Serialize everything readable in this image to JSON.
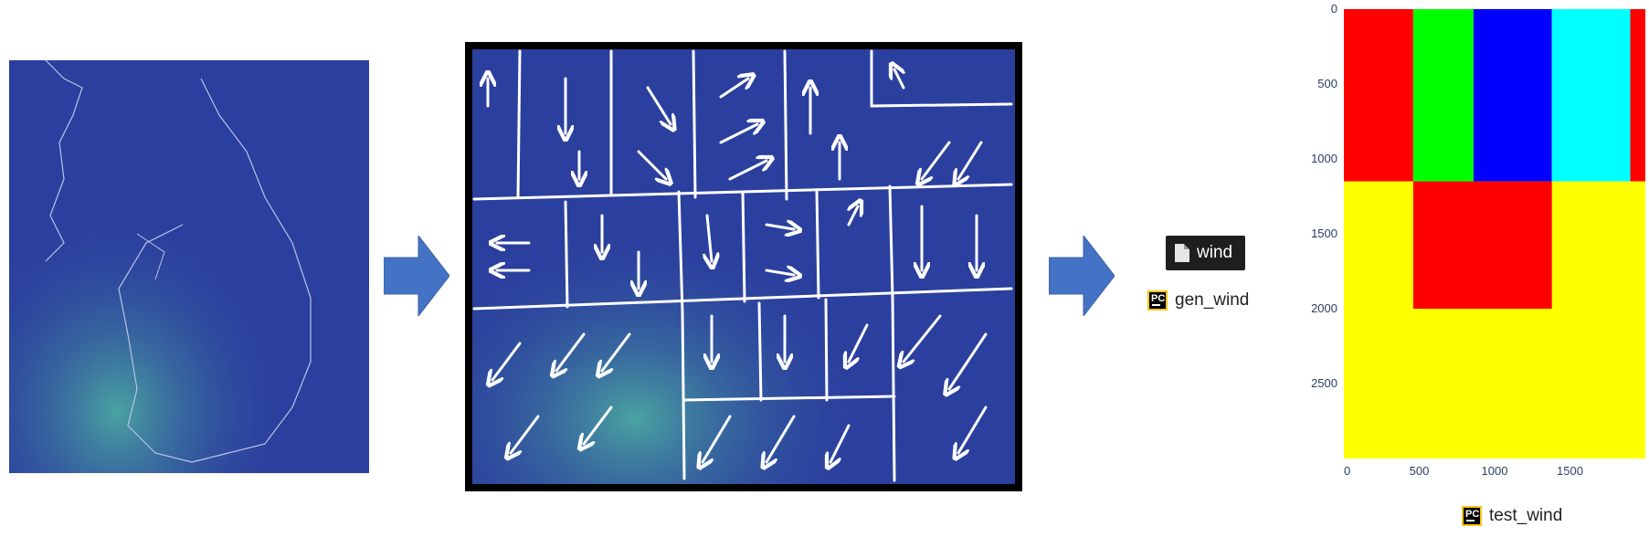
{
  "files": {
    "wind_label": "wind",
    "gen_wind_label": "gen_wind",
    "test_wind_label": "test_wind",
    "pc_icon_text": "PC"
  },
  "icons": {
    "flow_arrow": "right-arrow-icon",
    "pycharm": "pycharm-icon",
    "document": "document-icon"
  },
  "colors": {
    "flow_arrow": "#4472c4",
    "map_ocean": "#2b3f9e",
    "sketch_border": "#000000",
    "sketch_lines": "#ffffff"
  },
  "chart_data": {
    "type": "heatmap",
    "title": "",
    "xlabel": "",
    "ylabel": "",
    "xlim": [
      0,
      2000
    ],
    "ylim": [
      3000,
      0
    ],
    "x_ticks": [
      "0",
      "500",
      "1000",
      "1500"
    ],
    "y_ticks": [
      "0",
      "500",
      "1000",
      "1500",
      "2000",
      "2500"
    ],
    "regions": [
      {
        "x": [
          0,
          460
        ],
        "y": [
          0,
          1150
        ],
        "color": "#ff0000"
      },
      {
        "x": [
          460,
          860
        ],
        "y": [
          0,
          1150
        ],
        "color": "#00ff00"
      },
      {
        "x": [
          860,
          1380
        ],
        "y": [
          0,
          1150
        ],
        "color": "#0000ff"
      },
      {
        "x": [
          1380,
          1900
        ],
        "y": [
          0,
          1150
        ],
        "color": "#00ffff"
      },
      {
        "x": [
          1900,
          2000
        ],
        "y": [
          0,
          1150
        ],
        "color": "#ff0000"
      },
      {
        "x": [
          0,
          2000
        ],
        "y": [
          1150,
          3000
        ],
        "color": "#ffff00"
      },
      {
        "x": [
          460,
          1380
        ],
        "y": [
          1150,
          2000
        ],
        "color": "#ff0000"
      }
    ]
  }
}
